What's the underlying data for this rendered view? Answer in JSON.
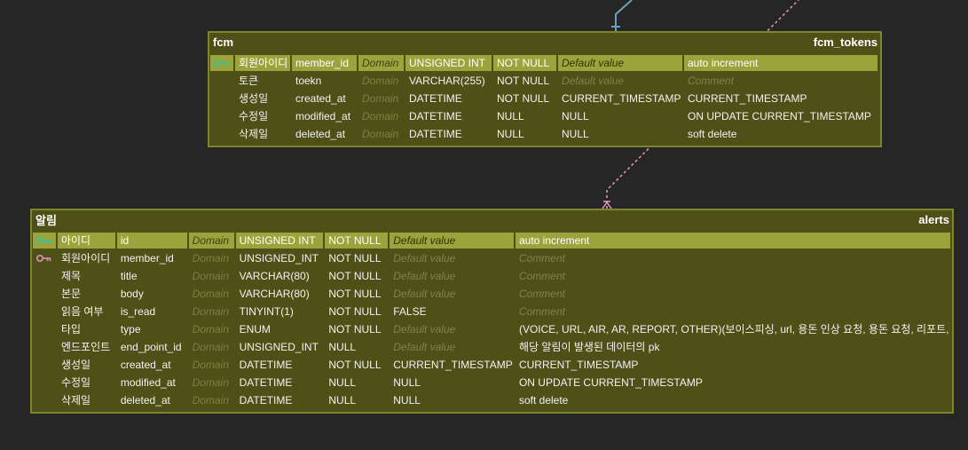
{
  "colors": {
    "background": "#262626",
    "entity_fill": "#4e5018",
    "entity_border": "#7d8628",
    "pk_row_fill": "#9ba43c",
    "pk_key_icon": "#34c29a",
    "fk_key_icon": "#e090b4",
    "connector_blue": "#6aa2bd",
    "connector_pink": "#e69bbf"
  },
  "entities": [
    {
      "logical_name": "fcm",
      "physical_name": "fcm_tokens",
      "columns": [
        {
          "key": "pk",
          "logical": "회원아이디",
          "physical": "member_id",
          "domain": "Domain",
          "type": "UNSIGNED INT",
          "nullable": "NOT NULL",
          "default": "Default value",
          "default_placeholder": true,
          "comment": "auto increment",
          "comment_placeholder": false
        },
        {
          "key": "",
          "logical": "토큰",
          "physical": "toekn",
          "domain": "Domain",
          "type": "VARCHAR(255)",
          "nullable": "NOT NULL",
          "default": "Default value",
          "default_placeholder": true,
          "comment": "Comment",
          "comment_placeholder": true
        },
        {
          "key": "",
          "logical": "생성일",
          "physical": "created_at",
          "domain": "Domain",
          "type": "DATETIME",
          "nullable": "NOT NULL",
          "default": "CURRENT_TIMESTAMP",
          "default_placeholder": false,
          "comment": "CURRENT_TIMESTAMP",
          "comment_placeholder": false
        },
        {
          "key": "",
          "logical": "수정일",
          "physical": "modified_at",
          "domain": "Domain",
          "type": "DATETIME",
          "nullable": "NULL",
          "default": "NULL",
          "default_placeholder": false,
          "comment": "ON UPDATE CURRENT_TIMESTAMP",
          "comment_placeholder": false
        },
        {
          "key": "",
          "logical": "삭제일",
          "physical": "deleted_at",
          "domain": "Domain",
          "type": "DATETIME",
          "nullable": "NULL",
          "default": "NULL",
          "default_placeholder": false,
          "comment": "soft delete",
          "comment_placeholder": false
        }
      ]
    },
    {
      "logical_name": "알림",
      "physical_name": "alerts",
      "columns": [
        {
          "key": "pk",
          "logical": "아이디",
          "physical": "id",
          "domain": "Domain",
          "type": "UNSIGNED INT",
          "nullable": "NOT NULL",
          "default": "Default value",
          "default_placeholder": true,
          "comment": "auto increment",
          "comment_placeholder": false
        },
        {
          "key": "fk",
          "logical": "회원아이디",
          "physical": "member_id",
          "domain": "Domain",
          "type": "UNSIGNED_INT",
          "nullable": "NOT NULL",
          "default": "Default value",
          "default_placeholder": true,
          "comment": "Comment",
          "comment_placeholder": true
        },
        {
          "key": "",
          "logical": "제목",
          "physical": "title",
          "domain": "Domain",
          "type": "VARCHAR(80)",
          "nullable": "NOT NULL",
          "default": "Default value",
          "default_placeholder": true,
          "comment": "Comment",
          "comment_placeholder": true
        },
        {
          "key": "",
          "logical": "본문",
          "physical": "body",
          "domain": "Domain",
          "type": "VARCHAR(80)",
          "nullable": "NOT NULL",
          "default": "Default value",
          "default_placeholder": true,
          "comment": "Comment",
          "comment_placeholder": true
        },
        {
          "key": "",
          "logical": "읽음 여부",
          "physical": "is_read",
          "domain": "Domain",
          "type": "TINYINT(1)",
          "nullable": "NOT NULL",
          "default": "FALSE",
          "default_placeholder": false,
          "comment": "Comment",
          "comment_placeholder": true
        },
        {
          "key": "",
          "logical": "타입",
          "physical": "type",
          "domain": "Domain",
          "type": "ENUM",
          "nullable": "NOT NULL",
          "default": "Default value",
          "default_placeholder": true,
          "comment": "(VOICE, URL, AIR, AR, REPORT, OTHER)(보이스피싱, url, 용돈 인상 요청, 용돈 요청, 리포트, 기타)",
          "comment_placeholder": false
        },
        {
          "key": "",
          "logical": "엔드포인트",
          "physical": "end_point_id",
          "domain": "Domain",
          "type": "UNSIGNED_INT",
          "nullable": "NULL",
          "default": "Default value",
          "default_placeholder": true,
          "comment": "해당 알림이 발생된 데이터의 pk",
          "comment_placeholder": false
        },
        {
          "key": "",
          "logical": "생성일",
          "physical": "created_at",
          "domain": "Domain",
          "type": "DATETIME",
          "nullable": "NOT NULL",
          "default": "CURRENT_TIMESTAMP",
          "default_placeholder": false,
          "comment": "CURRENT_TIMESTAMP",
          "comment_placeholder": false
        },
        {
          "key": "",
          "logical": "수정일",
          "physical": "modified_at",
          "domain": "Domain",
          "type": "DATETIME",
          "nullable": "NULL",
          "default": "NULL",
          "default_placeholder": false,
          "comment": "ON UPDATE CURRENT_TIMESTAMP",
          "comment_placeholder": false
        },
        {
          "key": "",
          "logical": "삭제일",
          "physical": "deleted_at",
          "domain": "Domain",
          "type": "DATETIME",
          "nullable": "NULL",
          "default": "NULL",
          "default_placeholder": false,
          "comment": "soft delete",
          "comment_placeholder": false
        }
      ]
    }
  ]
}
